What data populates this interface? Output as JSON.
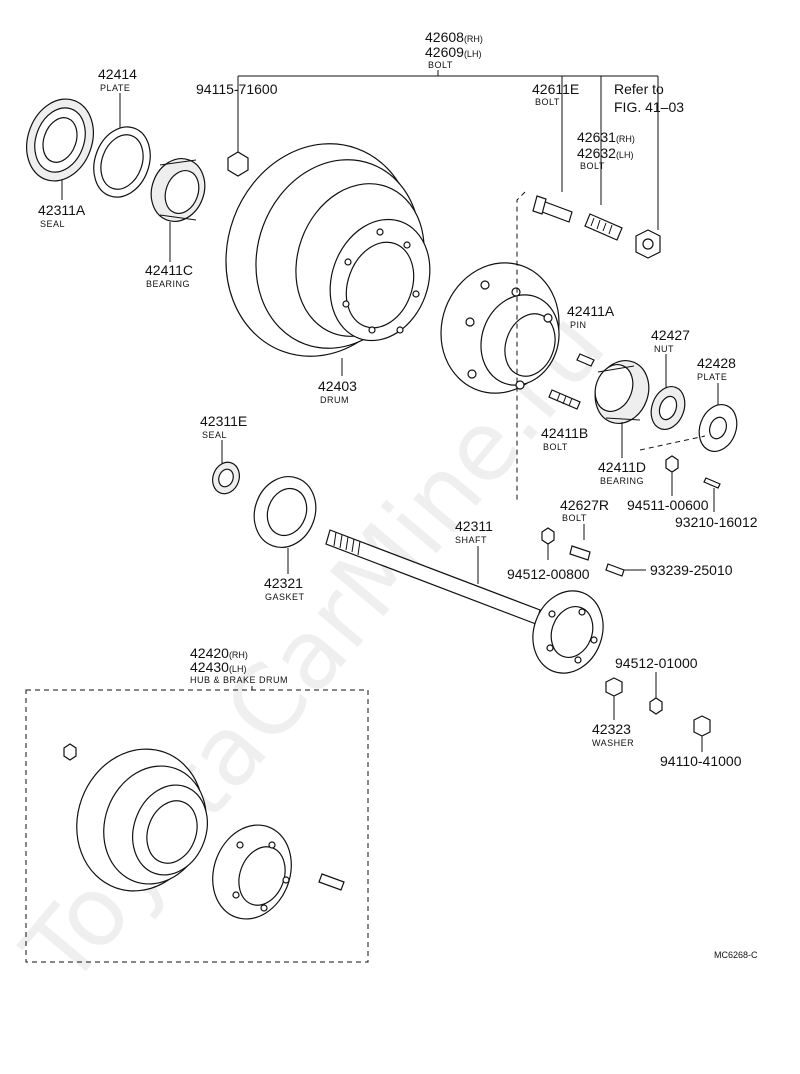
{
  "watermark": "ToyotaCarMine.ru",
  "figure_code": "MC6268-C",
  "parts": {
    "bolt_42608": {
      "pn1": "42608",
      "rh": "(RH)",
      "pn2": "42609",
      "lh": "(LH)",
      "desc": "BOLT"
    },
    "plate_42414": {
      "pn": "42414",
      "desc": "PLATE"
    },
    "nut_94115": {
      "pn": "94115-71600"
    },
    "bolt_42611E": {
      "pn": "42611E",
      "desc": "BOLT"
    },
    "refer": {
      "line1": "Refer to",
      "line2": "FIG. 41–03"
    },
    "bolt_42631": {
      "pn1": "42631",
      "rh": "(RH)",
      "pn2": "42632",
      "lh": "(LH)",
      "desc": "BOLT"
    },
    "seal_42311A": {
      "pn": "42311A",
      "desc": "SEAL"
    },
    "bearing_42411C": {
      "pn": "42411C",
      "desc": "BEARING"
    },
    "drum_42403": {
      "pn": "42403",
      "desc": "DRUM"
    },
    "pin_42411A": {
      "pn": "42411A",
      "desc": "PIN"
    },
    "nut_42427": {
      "pn": "42427",
      "desc": "NUT"
    },
    "plate_42428": {
      "pn": "42428",
      "desc": "PLATE"
    },
    "bolt_42411B": {
      "pn": "42411B",
      "desc": "BOLT"
    },
    "bearing_42411D": {
      "pn": "42411D",
      "desc": "BEARING"
    },
    "seal_42311E": {
      "pn": "42311E",
      "desc": "SEAL"
    },
    "washer_94511": {
      "pn": "94511-00600"
    },
    "screw_93210": {
      "pn": "93210-16012"
    },
    "bolt_42627R": {
      "pn": "42627R",
      "desc": "BOLT"
    },
    "shaft_42311": {
      "pn": "42311",
      "desc": "SHAFT"
    },
    "nut_94512_008": {
      "pn": "94512-00800"
    },
    "screw_93239": {
      "pn": "93239-25010"
    },
    "gasket_42321": {
      "pn": "42321",
      "desc": "GASKET"
    },
    "hub_drum": {
      "pn1": "42420",
      "rh": "(RH)",
      "pn2": "42430",
      "lh": "(LH)",
      "desc": "HUB & BRAKE DRUM"
    },
    "washer_94512_010": {
      "pn": "94512-01000"
    },
    "washer_42323": {
      "pn": "42323",
      "desc": "WASHER"
    },
    "nut_94110": {
      "pn": "94110-41000"
    }
  }
}
